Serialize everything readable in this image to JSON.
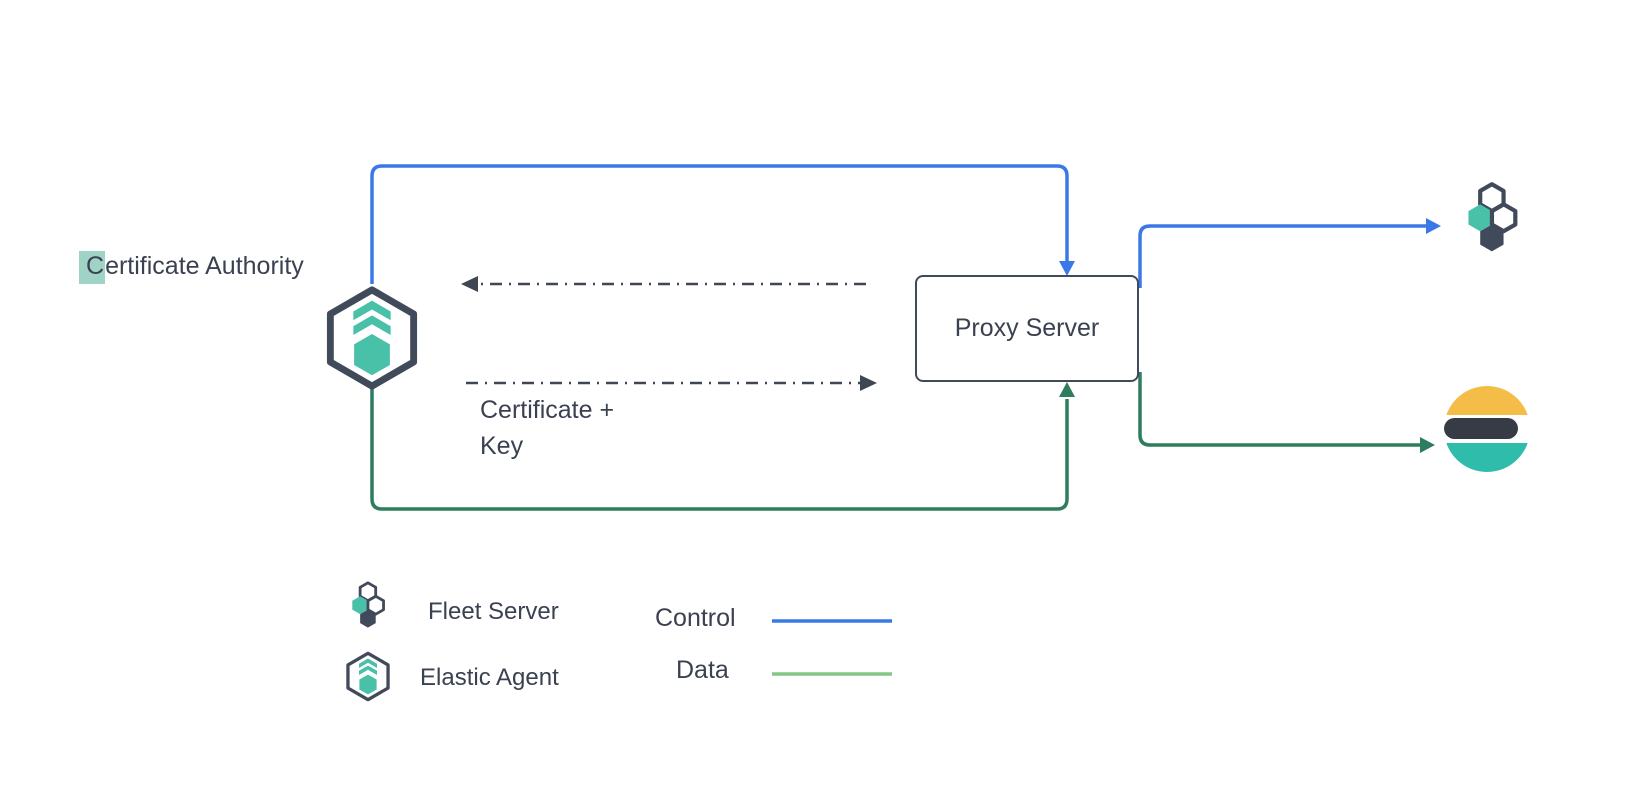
{
  "colors": {
    "background": "#ffffff",
    "control_blue": "#3b78e7",
    "data_green": "#2e7d5e",
    "legend_data_green": "#82c785",
    "dashed_gray": "#3f4752",
    "teal": "#49c0a8",
    "dark_slate": "#414a5a",
    "es_yellow": "#f3bd48",
    "es_dark": "#363b45",
    "es_teal": "#2fbcab",
    "text": "#3a4150",
    "highlight": "#9ed3c6"
  },
  "nodes": {
    "certificate_authority": {
      "label_first": "C",
      "label_rest": "ertificate Authority"
    },
    "proxy_server": {
      "label": "Proxy Server"
    },
    "elastic_agent": {
      "icon": "elastic-agent-icon"
    },
    "fleet_server": {
      "icon": "fleet-server-icon"
    },
    "elasticsearch": {
      "icon": "elasticsearch-icon"
    }
  },
  "edge_labels": {
    "cert_key_line1": "Certificate +",
    "cert_key_line2": "Key"
  },
  "edges": [
    {
      "from": "elastic-agent",
      "to": "proxy-server",
      "type": "control"
    },
    {
      "from": "proxy-server",
      "to": "fleet-server",
      "type": "control"
    },
    {
      "from": "elastic-agent",
      "to": "proxy-server",
      "type": "data"
    },
    {
      "from": "proxy-server",
      "to": "elasticsearch",
      "type": "data"
    },
    {
      "from": "proxy-server",
      "to": "elastic-agent",
      "type": "dashed-exchange"
    },
    {
      "from": "elastic-agent",
      "to": "proxy-server",
      "type": "dashed-exchange"
    }
  ],
  "legend": {
    "items": [
      {
        "icon": "fleet-server-icon",
        "label": "Fleet Server"
      },
      {
        "icon": "elastic-agent-icon",
        "label": "Elastic Agent"
      }
    ],
    "lines": [
      {
        "label": "Control",
        "color_key": "control_blue"
      },
      {
        "label": "Data",
        "color_key": "legend_data_green"
      }
    ]
  }
}
